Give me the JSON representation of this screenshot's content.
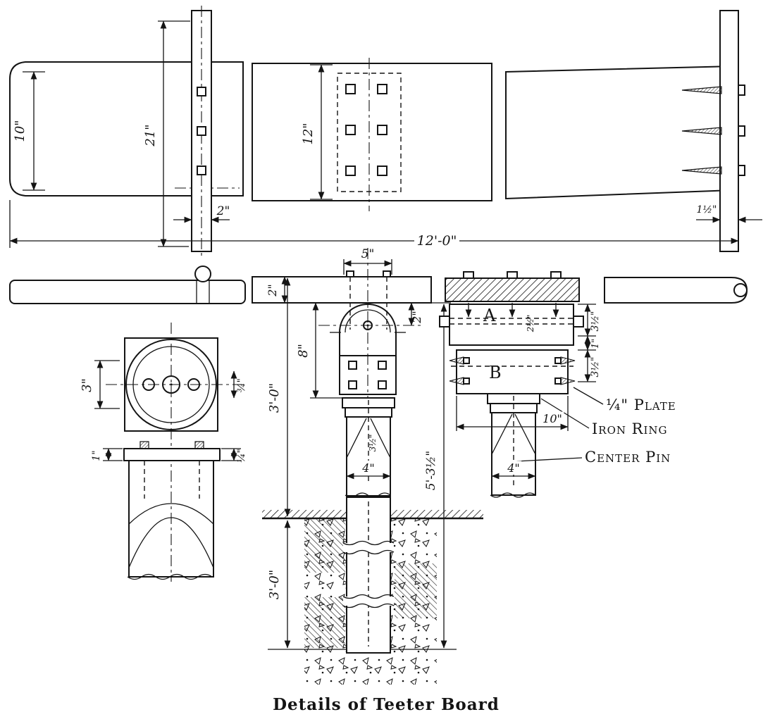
{
  "caption": "Details of Teeter Board",
  "callouts": {
    "section_a": "A",
    "section_b": "B",
    "plate": "¼\" Plate",
    "iron_ring": "Iron Ring",
    "center_pin": "Center Pin"
  },
  "dims": {
    "plank_width": "10\"",
    "upright_length": "21\"",
    "upright_width": "2\"",
    "mid_plank_width": "12\"",
    "overall_length": "12'-0\"",
    "end_bar_width": "1½\"",
    "saddle_width": "5\"",
    "plank_thickness": "2\"",
    "pin_drop": "2\"",
    "saddle_height": "8\"",
    "hub_bore": "3\"",
    "hub_hole": "¾\"",
    "cap_thickness": "1\"",
    "cap_plate": "¼\"",
    "post_above_ground": "3'-0\"",
    "post_below_ground": "3'-0\"",
    "post_size_center": "4\"",
    "post_size_right": "4\"",
    "post_total": "5'-3½\"",
    "pin_bolt": "2½\"",
    "pin_depth": "3½\"",
    "bracket_upper": "3½\"",
    "bracket_gap": "1\"",
    "bracket_lower": "3½\"",
    "bracket_width": "10\""
  }
}
